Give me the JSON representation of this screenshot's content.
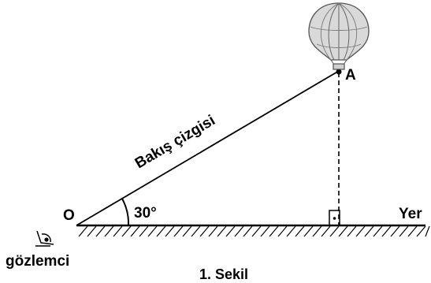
{
  "labels": {
    "observer_point": "O",
    "balloon_point": "A",
    "line_of_sight": "Bakış çizgisi",
    "angle": "30°",
    "ground": "Yer",
    "observer": "gözlemci",
    "caption": "1. Şekil"
  },
  "icons": {
    "balloon": "hot-air-balloon-icon",
    "observer": "eye-icon",
    "right_angle": "right-angle-marker-icon"
  },
  "colors": {
    "ink": "#000000",
    "balloon_fill": "#d9d9d9",
    "balloon_stroke": "#555555"
  }
}
